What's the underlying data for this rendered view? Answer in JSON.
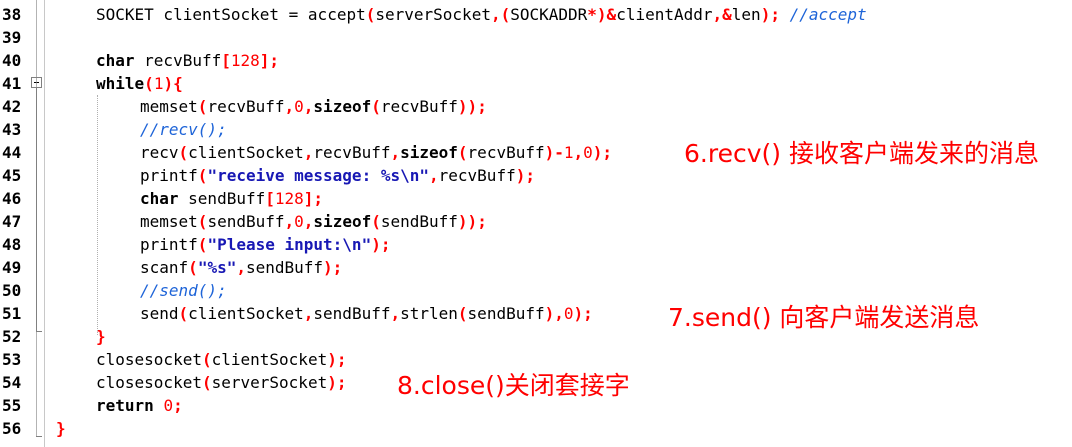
{
  "lines": [
    {
      "num": "38",
      "parts": [
        {
          "t": "SOCKET",
          "c": "id"
        },
        {
          "t": " clientSocket = ",
          "c": "id"
        },
        {
          "t": "accept",
          "c": "id"
        },
        {
          "t": "(",
          "c": "op"
        },
        {
          "t": "serverSocket",
          "c": "id"
        },
        {
          "t": ",(",
          "c": "op"
        },
        {
          "t": "SOCKADDR",
          "c": "id"
        },
        {
          "t": "*)&",
          "c": "op"
        },
        {
          "t": "clientAddr",
          "c": "id"
        },
        {
          "t": ",&",
          "c": "op"
        },
        {
          "t": "len",
          "c": "id"
        },
        {
          "t": ");",
          "c": "op"
        },
        {
          "t": " //accept",
          "c": "cm"
        }
      ],
      "indent": 1
    },
    {
      "num": "39",
      "parts": [],
      "indent": 0
    },
    {
      "num": "40",
      "parts": [
        {
          "t": "char",
          "c": "kw"
        },
        {
          "t": " recvBuff",
          "c": "id"
        },
        {
          "t": "[",
          "c": "op"
        },
        {
          "t": "128",
          "c": "num"
        },
        {
          "t": "];",
          "c": "op"
        }
      ],
      "indent": 1
    },
    {
      "num": "41",
      "parts": [
        {
          "t": "while",
          "c": "kw"
        },
        {
          "t": "(",
          "c": "op"
        },
        {
          "t": "1",
          "c": "num"
        },
        {
          "t": "){",
          "c": "op"
        }
      ],
      "indent": 1
    },
    {
      "num": "42",
      "parts": [
        {
          "t": "memset",
          "c": "id"
        },
        {
          "t": "(",
          "c": "op"
        },
        {
          "t": "recvBuff",
          "c": "id"
        },
        {
          "t": ",",
          "c": "op"
        },
        {
          "t": "0",
          "c": "num"
        },
        {
          "t": ",",
          "c": "op"
        },
        {
          "t": "sizeof",
          "c": "kw"
        },
        {
          "t": "(",
          "c": "op"
        },
        {
          "t": "recvBuff",
          "c": "id"
        },
        {
          "t": "));",
          "c": "op"
        }
      ],
      "indent": 2
    },
    {
      "num": "43",
      "parts": [
        {
          "t": "//recv();",
          "c": "cm"
        }
      ],
      "indent": 2
    },
    {
      "num": "44",
      "parts": [
        {
          "t": "recv",
          "c": "id"
        },
        {
          "t": "(",
          "c": "op"
        },
        {
          "t": "clientSocket",
          "c": "id"
        },
        {
          "t": ",",
          "c": "op"
        },
        {
          "t": "recvBuff",
          "c": "id"
        },
        {
          "t": ",",
          "c": "op"
        },
        {
          "t": "sizeof",
          "c": "kw"
        },
        {
          "t": "(",
          "c": "op"
        },
        {
          "t": "recvBuff",
          "c": "id"
        },
        {
          "t": ")-",
          "c": "op"
        },
        {
          "t": "1",
          "c": "num"
        },
        {
          "t": ",",
          "c": "op"
        },
        {
          "t": "0",
          "c": "num"
        },
        {
          "t": ");",
          "c": "op"
        }
      ],
      "indent": 2
    },
    {
      "num": "45",
      "parts": [
        {
          "t": "printf",
          "c": "id"
        },
        {
          "t": "(",
          "c": "op"
        },
        {
          "t": "\"receive message: %s\\n\"",
          "c": "str"
        },
        {
          "t": ",",
          "c": "op"
        },
        {
          "t": "recvBuff",
          "c": "id"
        },
        {
          "t": ");",
          "c": "op"
        }
      ],
      "indent": 2
    },
    {
      "num": "46",
      "parts": [
        {
          "t": "char",
          "c": "kw"
        },
        {
          "t": " sendBuff",
          "c": "id"
        },
        {
          "t": "[",
          "c": "op"
        },
        {
          "t": "128",
          "c": "num"
        },
        {
          "t": "];",
          "c": "op"
        }
      ],
      "indent": 2
    },
    {
      "num": "47",
      "parts": [
        {
          "t": "memset",
          "c": "id"
        },
        {
          "t": "(",
          "c": "op"
        },
        {
          "t": "sendBuff",
          "c": "id"
        },
        {
          "t": ",",
          "c": "op"
        },
        {
          "t": "0",
          "c": "num"
        },
        {
          "t": ",",
          "c": "op"
        },
        {
          "t": "sizeof",
          "c": "kw"
        },
        {
          "t": "(",
          "c": "op"
        },
        {
          "t": "sendBuff",
          "c": "id"
        },
        {
          "t": "));",
          "c": "op"
        }
      ],
      "indent": 2
    },
    {
      "num": "48",
      "parts": [
        {
          "t": "printf",
          "c": "id"
        },
        {
          "t": "(",
          "c": "op"
        },
        {
          "t": "\"Please input:\\n\"",
          "c": "str"
        },
        {
          "t": ");",
          "c": "op"
        }
      ],
      "indent": 2
    },
    {
      "num": "49",
      "parts": [
        {
          "t": "scanf",
          "c": "id"
        },
        {
          "t": "(",
          "c": "op"
        },
        {
          "t": "\"%s\"",
          "c": "str"
        },
        {
          "t": ",",
          "c": "op"
        },
        {
          "t": "sendBuff",
          "c": "id"
        },
        {
          "t": ");",
          "c": "op"
        }
      ],
      "indent": 2
    },
    {
      "num": "50",
      "parts": [
        {
          "t": "//send();",
          "c": "cm"
        }
      ],
      "indent": 2
    },
    {
      "num": "51",
      "parts": [
        {
          "t": "send",
          "c": "id"
        },
        {
          "t": "(",
          "c": "op"
        },
        {
          "t": "clientSocket",
          "c": "id"
        },
        {
          "t": ",",
          "c": "op"
        },
        {
          "t": "sendBuff",
          "c": "id"
        },
        {
          "t": ",",
          "c": "op"
        },
        {
          "t": "strlen",
          "c": "id"
        },
        {
          "t": "(",
          "c": "op"
        },
        {
          "t": "sendBuff",
          "c": "id"
        },
        {
          "t": "),",
          "c": "op"
        },
        {
          "t": "0",
          "c": "num"
        },
        {
          "t": ");",
          "c": "op"
        }
      ],
      "indent": 2
    },
    {
      "num": "52",
      "parts": [
        {
          "t": "}",
          "c": "op"
        }
      ],
      "indent": 1
    },
    {
      "num": "53",
      "parts": [
        {
          "t": "closesocket",
          "c": "id"
        },
        {
          "t": "(",
          "c": "op"
        },
        {
          "t": "clientSocket",
          "c": "id"
        },
        {
          "t": ");",
          "c": "op"
        }
      ],
      "indent": 1
    },
    {
      "num": "54",
      "parts": [
        {
          "t": "closesocket",
          "c": "id"
        },
        {
          "t": "(",
          "c": "op"
        },
        {
          "t": "serverSocket",
          "c": "id"
        },
        {
          "t": ");",
          "c": "op"
        }
      ],
      "indent": 1
    },
    {
      "num": "55",
      "parts": [
        {
          "t": "return",
          "c": "kw"
        },
        {
          "t": " ",
          "c": "id"
        },
        {
          "t": "0",
          "c": "num"
        },
        {
          "t": ";",
          "c": "op"
        }
      ],
      "indent": 1
    },
    {
      "num": "56",
      "parts": [
        {
          "t": "}",
          "c": "op"
        }
      ],
      "indent": 0
    }
  ],
  "annotations": {
    "recv": "6.recv() 接收客户端发来的消息",
    "send": "7.send() 向客户端发送消息",
    "close": "8.close()关闭套接字"
  },
  "colors": {
    "annotation": "#ff0000",
    "comment": "#1e64d8",
    "string": "#1818b4",
    "operator": "#ff0000"
  }
}
